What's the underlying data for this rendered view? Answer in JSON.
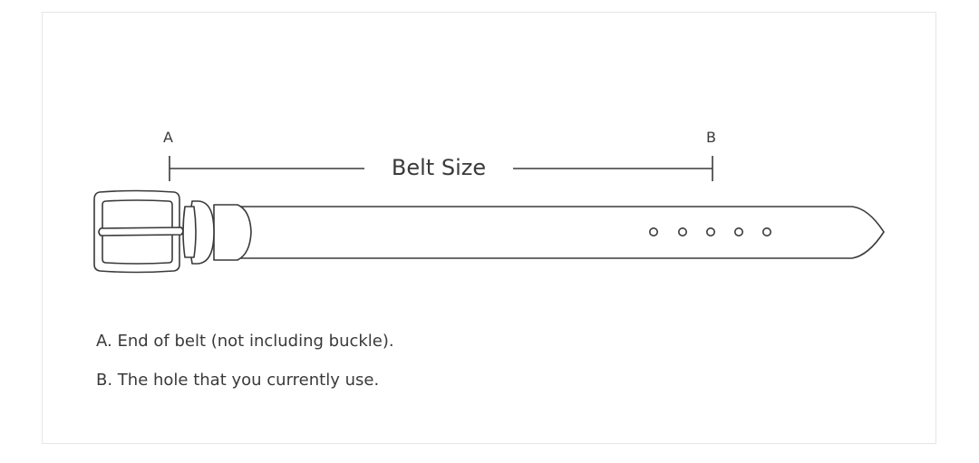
{
  "diagram": {
    "point_a_label": "A",
    "point_b_label": "B",
    "measure_label": "Belt Size",
    "hole_count": 5
  },
  "legend": {
    "a_text": "A. End of belt (not including buckle).",
    "b_text": "B. The hole that you currently use."
  },
  "colors": {
    "stroke": "#3a3a3a",
    "border": "#e6e6e6",
    "background": "#ffffff"
  }
}
